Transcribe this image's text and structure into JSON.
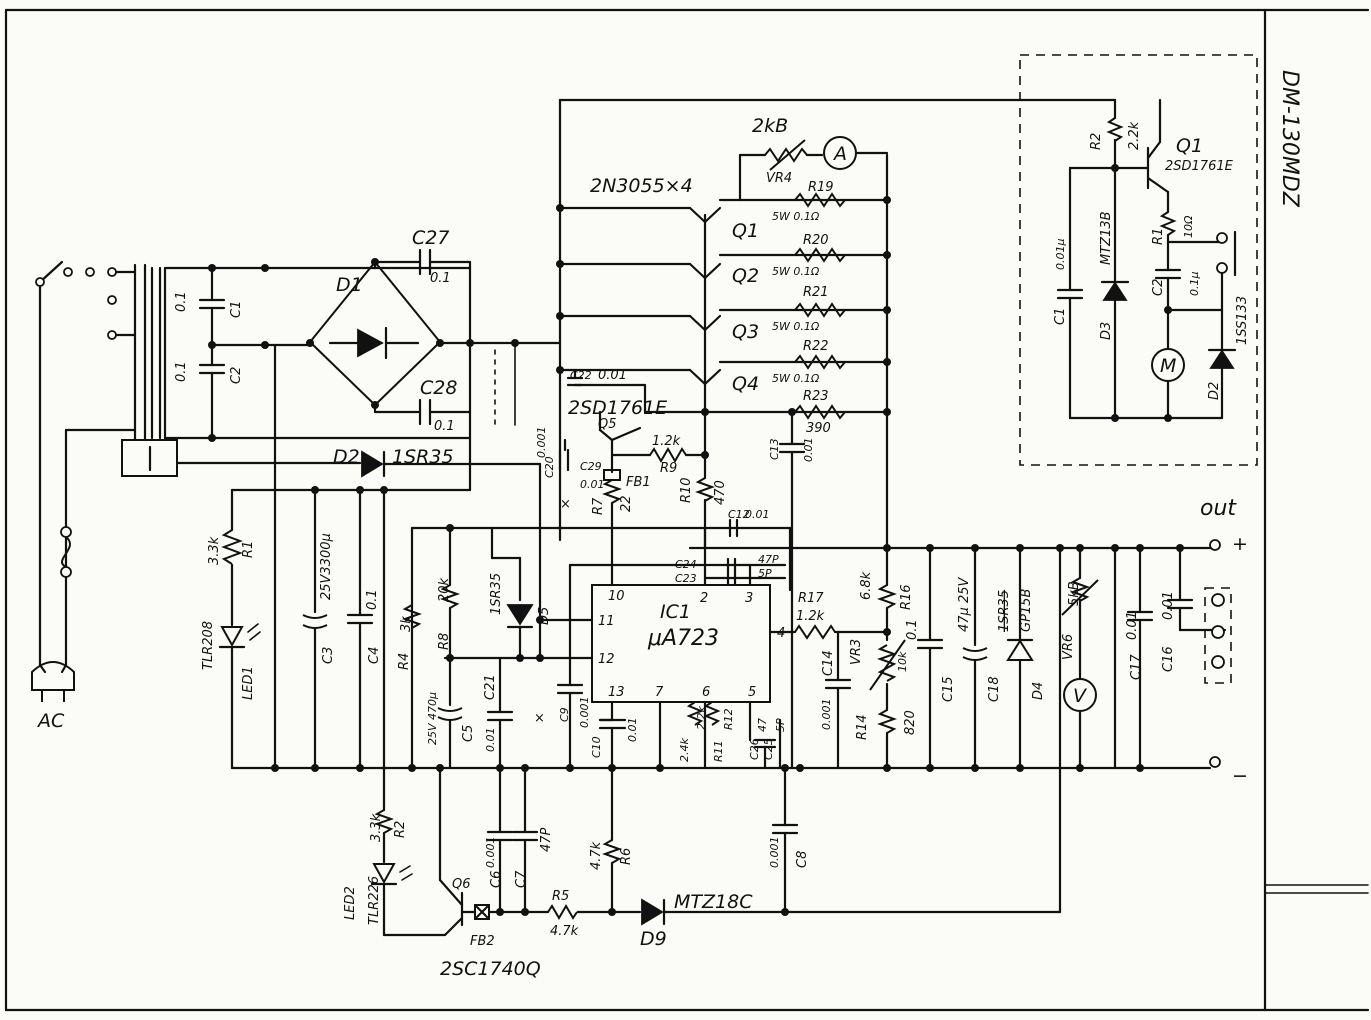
{
  "title_block": {
    "model": "DM-130MDZ"
  },
  "labels": {
    "ac": "AC",
    "out": "out",
    "plus": "+",
    "minus": "−",
    "transistors_main": "2N3055×4",
    "d1": "D1",
    "c27": "C27",
    "c27_val": "0.1",
    "c28": "C28",
    "c28_val": "0.1",
    "c1": "C1",
    "c1_val": "0.1",
    "c2": "C2",
    "c2_val": "0.1",
    "d2": "D2",
    "d2_val": "1SR35",
    "r1": "R1",
    "r1_val": "3.3k",
    "led1": "LED1",
    "led1_val": "TLR208",
    "c3": "C3",
    "c3_val": "25V3300μ",
    "c4": "C4",
    "c4_val": "0.1",
    "r4": "R4",
    "r4_val": "3k",
    "r8": "R8",
    "r8_val": "20k",
    "d5": "D5",
    "d5_val": "1SR35",
    "c5": "C5",
    "c5_val": "25V 470μ",
    "c21": "C21",
    "c21_val": "0.01",
    "c9": "C9",
    "c9_val": "0.001",
    "c10": "C10",
    "c10_val": "0.01",
    "ic1": "IC1",
    "ic1_part": "μA723",
    "pin10": "10",
    "pin2": "2",
    "pin3": "3",
    "pin11": "11",
    "pin12": "12",
    "pin4": "4",
    "pin13": "13",
    "pin7": "7",
    "pin6": "6",
    "pin5": "5",
    "r11": "R11",
    "r11_val": "2.4k",
    "r12": "R12",
    "r12_val": "2.2k",
    "c6": "C6",
    "c6_val": "0.001",
    "c7": "C7",
    "c7_val": "47P",
    "c8": "C8",
    "c8_val": "0.001",
    "r2": "R2",
    "r2_val": "3.3k",
    "led2": "LED2",
    "led2_val": "TLR226",
    "q6": "Q6",
    "q6_part": "2SC1740Q",
    "fb2": "FB2",
    "fb1": "FB1",
    "r5": "R5",
    "r5_val": "4.7k",
    "r6": "R6",
    "r6_val": "4.7k",
    "d9": "D9",
    "d9_val": "MTZ18C",
    "q1": "Q1",
    "q2": "Q2",
    "q3": "Q3",
    "q4": "Q4",
    "q5": "Q5",
    "q5_part": "2SD1761E",
    "vr4": "VR4",
    "vr4_val": "2kB",
    "meter_a": "A",
    "r19": "R19",
    "r20": "R20",
    "r21": "R21",
    "r22": "R22",
    "r_emitter_val": "5W 0.1Ω",
    "r23": "R23",
    "r23_val": "390",
    "c22": "C22",
    "c22_val": "0.01",
    "c20": "C20",
    "c20_val": "0.001",
    "c29": "C29",
    "c29_val": "0.01",
    "r7": "R7",
    "r7_val": "22",
    "r9": "R9",
    "r9_val": "1.2k",
    "r10": "R10",
    "r10_val": "470",
    "c13": "C13",
    "c13_val": "0.01",
    "c12": "C12",
    "c12_val": "0.01",
    "c24": "C24",
    "c23": "C23",
    "c24_val": "47P",
    "c23_val": "5P",
    "c11": "C11",
    "c26": "C26",
    "c25": "C25",
    "c25_val": "5P",
    "c11_val": "47",
    "r17": "R17",
    "r17_val": "1.2k",
    "c14": "C14",
    "c14_val": "0.001",
    "vr3": "VR3",
    "vr3_val": "10k",
    "r16": "R16",
    "r16_val": "6.8k",
    "r14": "R14",
    "r14_val": "820",
    "c15": "C15",
    "c15_val": "0.1",
    "c18": "C18",
    "c18_val": "47μ 25V",
    "d4": "D4",
    "d4_val": "GP15B",
    "d4_old": "1SR35",
    "vr6": "VR6",
    "vr6_val": "5kB",
    "c17": "C17",
    "c17_val": "0.01",
    "c16": "C16",
    "c16_val": "0.01",
    "fan_r2": "R2",
    "fan_r2_val": "2.2k",
    "fan_q1": "Q1",
    "fan_q1_part": "2SD1761E",
    "fan_r1": "R1",
    "fan_r1_val": "10Ω",
    "fan_c1": "C1",
    "fan_c1_val": "0.01μ",
    "fan_c2": "C2",
    "fan_c2_val": "0.1μ",
    "fan_d3": "D3",
    "fan_d3_val": "MTZ13B",
    "fan_d2": "D2",
    "fan_d2_val": "1SS133",
    "motor": "M",
    "volt_meter": "V",
    "x_mark": "×"
  }
}
